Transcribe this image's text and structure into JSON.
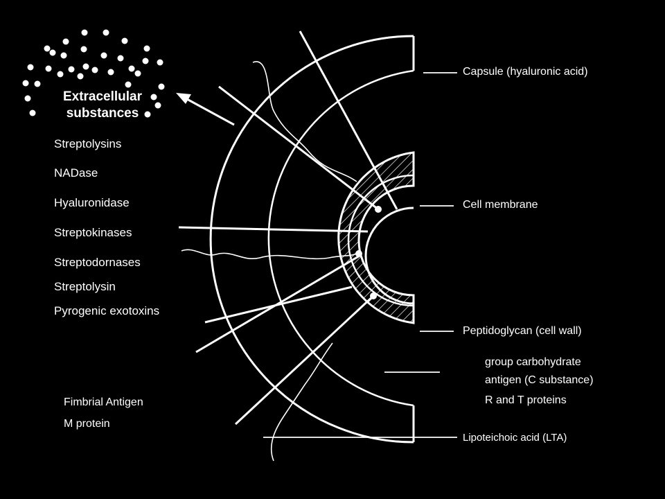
{
  "extracellular": {
    "title_line1": "Extracellular",
    "title_line2": "substances"
  },
  "left_items": [
    "Streptolysins",
    "NADase",
    "Hyaluronidase",
    "Streptokinases",
    "Streptodornases",
    "Streptolysin",
    "Pyrogenic exotoxins"
  ],
  "fimbrial": {
    "line1": "Fimbrial Antigen",
    "line2": "M protein"
  },
  "right_labels": {
    "capsule": "Capsule (hyaluronic acid)",
    "cell_membrane": "Cell membrane",
    "peptidoglycan": "Peptidoglycan (cell wall)",
    "group_carb_line1": "group carbohydrate",
    "group_carb_line2": "antigen (C substance)",
    "r_t_proteins": "R and T proteins",
    "lta": "Lipoteichoic acid (LTA)"
  },
  "colors": {
    "background": "#000000",
    "foreground": "#ffffff"
  }
}
